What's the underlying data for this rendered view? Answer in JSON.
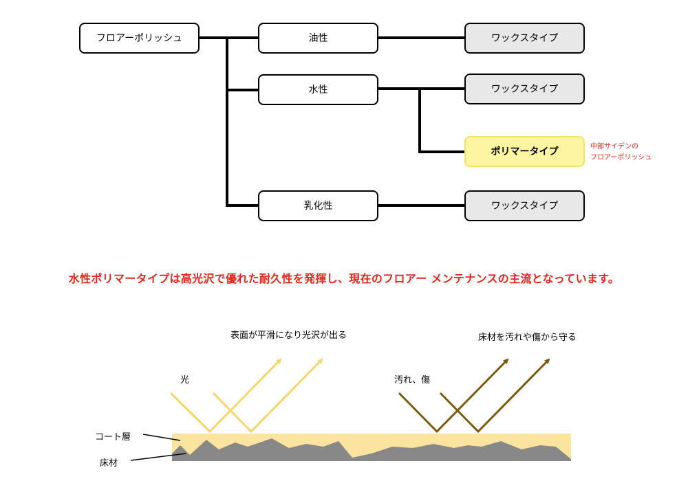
{
  "tree": {
    "root": "フロアーポリッシュ",
    "bases": [
      "油性",
      "水性",
      "乳化性"
    ],
    "types": [
      "ワックスタイプ",
      "ワックスタイプ",
      "ポリマータイプ",
      "ワックスタイプ"
    ],
    "note_line1": "中部サイデンの",
    "note_line2": "フロアーポリッシュ"
  },
  "headline": "水性ポリマータイプは高光沢で優れた耐久性を発揮し、現在のフロアー メンテナンスの主流となっています。",
  "illustration": {
    "caption_left": "表面が平滑になり光沢が出る",
    "caption_right": "床材を汚れや傷から守る",
    "light_label": "光",
    "dirt_label": "汚れ、傷",
    "coat_label": "コート層",
    "floor_label": "床材"
  },
  "colors": {
    "accent_red": "#e1251b",
    "highlight": "#fdf5a2",
    "light_arrow": "#f4d66b",
    "dirt_arrow": "#7a5b0c",
    "coat": "#fbe3a0",
    "floor": "#888888"
  }
}
